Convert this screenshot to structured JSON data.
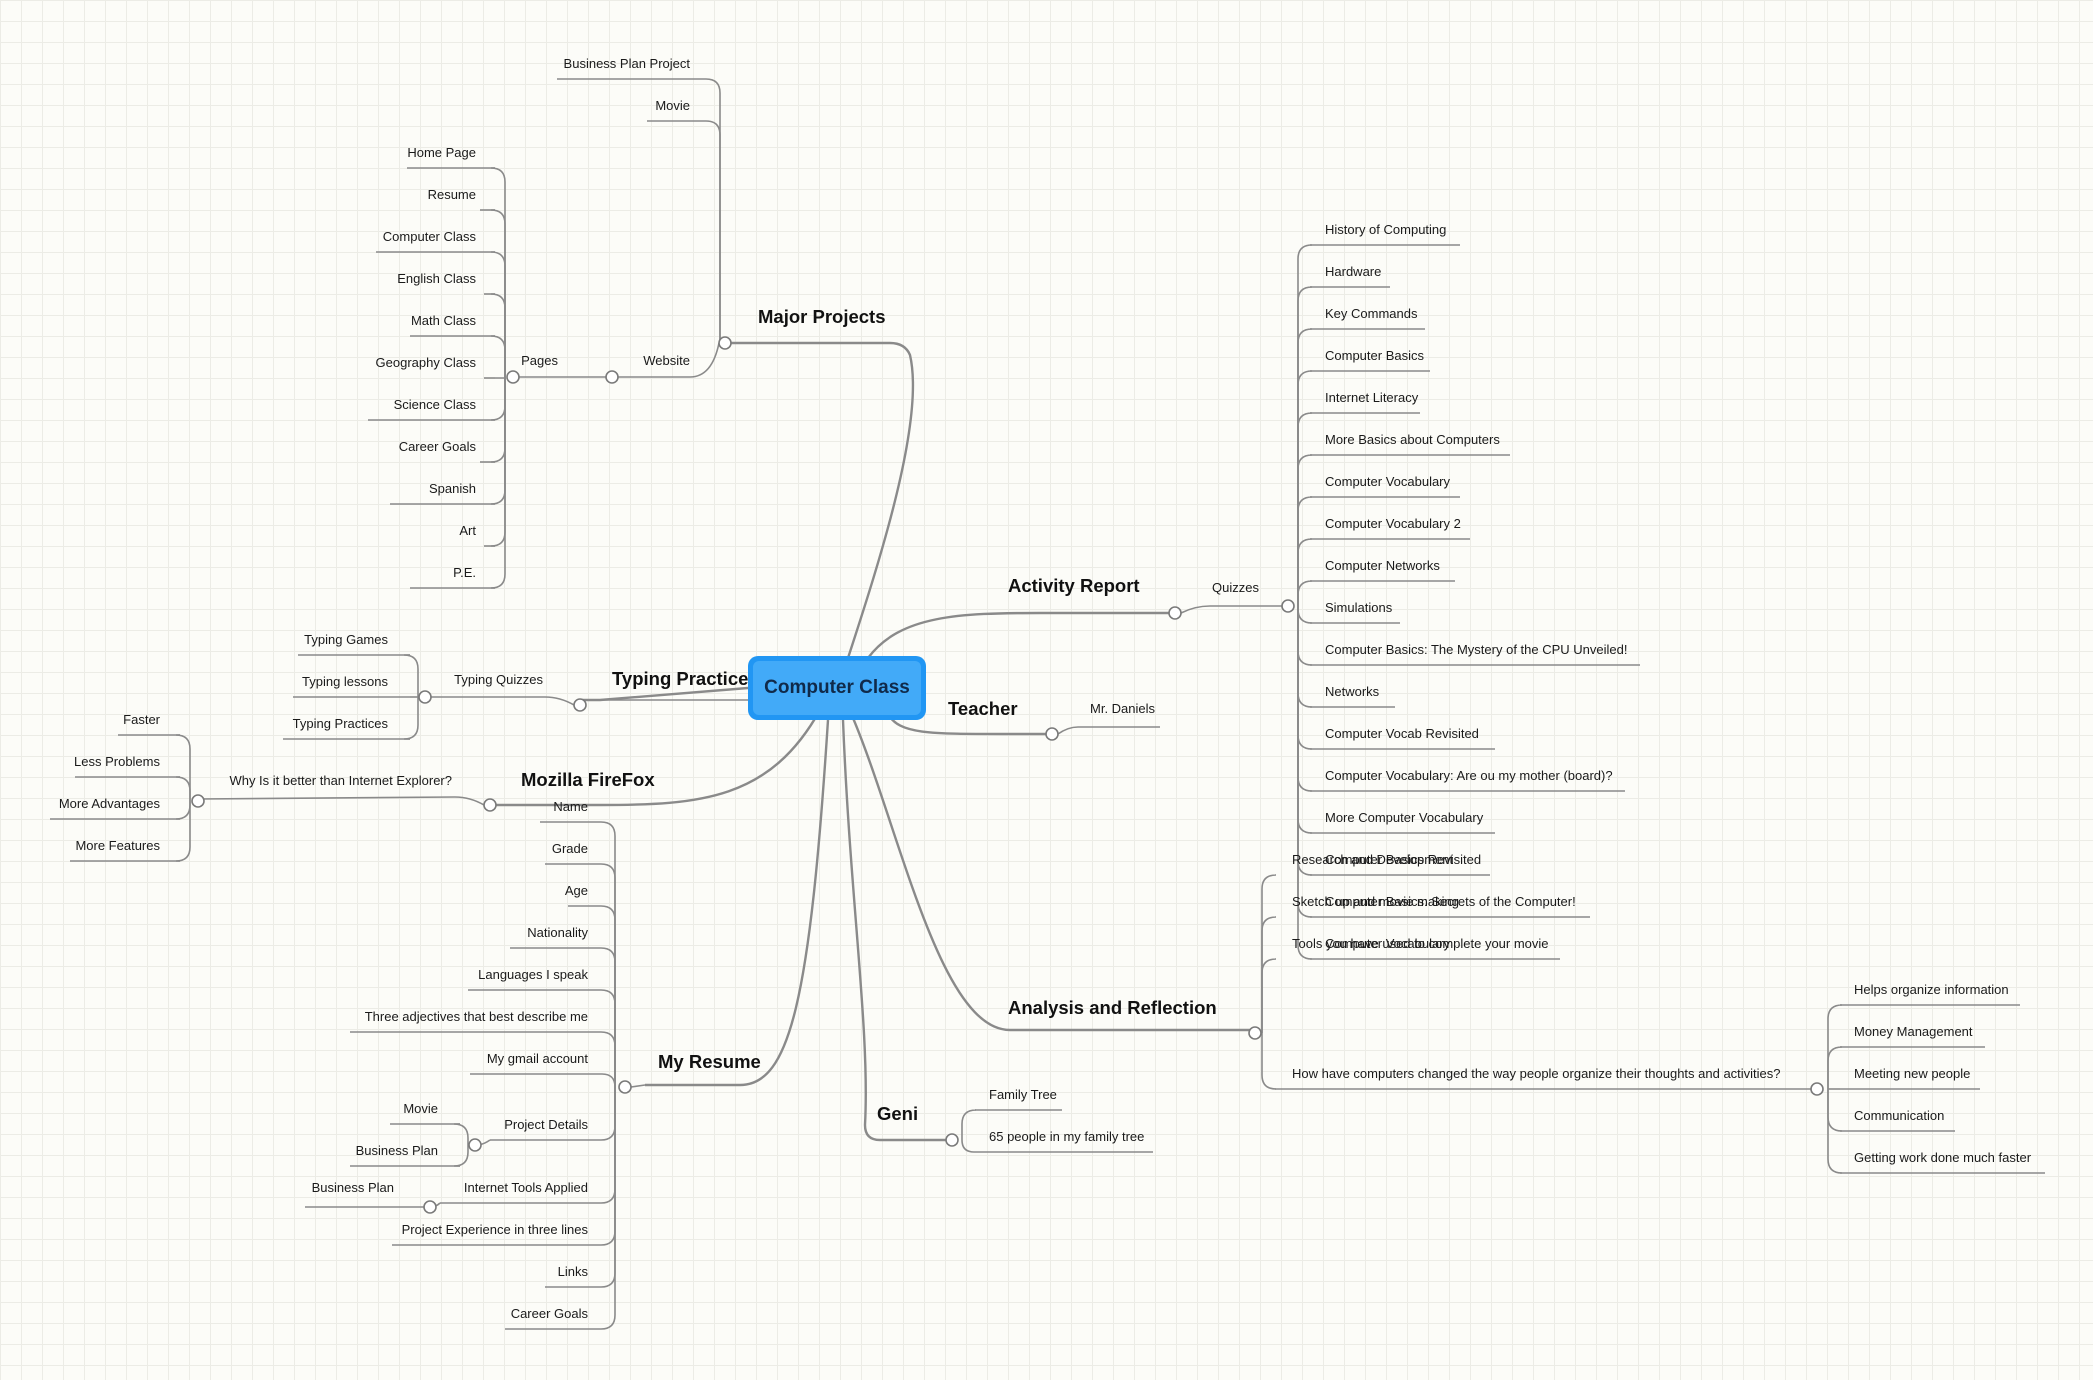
{
  "central": "Computer Class",
  "branches": {
    "major_projects": {
      "title": "Major Projects",
      "children": [
        "Business Plan Project",
        "Movie"
      ],
      "website": {
        "label": "Website",
        "pages": {
          "label": "Pages",
          "items": [
            "Home Page",
            "Resume",
            "Computer Class",
            "English Class",
            "Math Class",
            "Geography Class",
            "Science Class",
            "Career Goals",
            "Spanish",
            "Art",
            "P.E."
          ]
        }
      }
    },
    "typing": {
      "title": "Typing Practices",
      "quizzes": {
        "label": "Typing Quizzes",
        "items": [
          "Typing Games",
          "Typing lessons",
          "Typing Practices"
        ]
      }
    },
    "firefox": {
      "title": "Mozilla FireFox",
      "why": {
        "label": "Why Is it better than Internet Explorer?",
        "items": [
          "Faster",
          "Less Problems",
          "More Advantages",
          "More Features"
        ]
      }
    },
    "resume": {
      "title": "My Resume",
      "items_top": [
        "Name",
        "Grade",
        "Age",
        "Nationality",
        "Languages I speak",
        "Three adjectives that best describe me",
        "My gmail account"
      ],
      "project_details": {
        "label": "Project Details",
        "items": [
          "Movie",
          "Business Plan"
        ]
      },
      "internet_tools": {
        "label": "Internet Tools Applied",
        "items": [
          "Business Plan"
        ]
      },
      "items_bottom": [
        "Project Experience in three lines",
        "Links",
        "Career Goals"
      ]
    },
    "activity": {
      "title": "Activity Report",
      "quizzes": {
        "label": "Quizzes",
        "items": [
          "History of Computing",
          "Hardware",
          "Key Commands",
          "Computer Basics",
          "Internet Literacy",
          "More Basics about Computers",
          "Computer Vocabulary",
          "Computer Vocabulary 2",
          "Computer Networks",
          "Simulations",
          "Computer Basics: The Mystery of  the CPU Unveiled!",
          "Networks",
          "Computer Vocab Revisited",
          "Computer Vocabulary: Are ou my mother (board)?",
          "More Computer Vocabulary",
          "Computer Basics Revisited",
          "Computer Basics: Secrets of the Computer!",
          "Computer Vocabulary"
        ]
      }
    },
    "teacher": {
      "title": "Teacher",
      "items": [
        "Mr. Daniels"
      ]
    },
    "analysis": {
      "title": "Analysis and Reflection",
      "items": [
        "Research and Development",
        "Sketch up and movie making",
        "Tools you have used to complete your movie"
      ],
      "question": {
        "label": "How have computers changed the way people organize their thoughts and activities?",
        "items": [
          "Helps organize information",
          "Money Management",
          "Meeting new people",
          "Communication",
          "Getting work done much faster"
        ]
      }
    },
    "geni": {
      "title": "Geni",
      "items": [
        "Family Tree",
        "65 people in my family tree"
      ]
    }
  }
}
